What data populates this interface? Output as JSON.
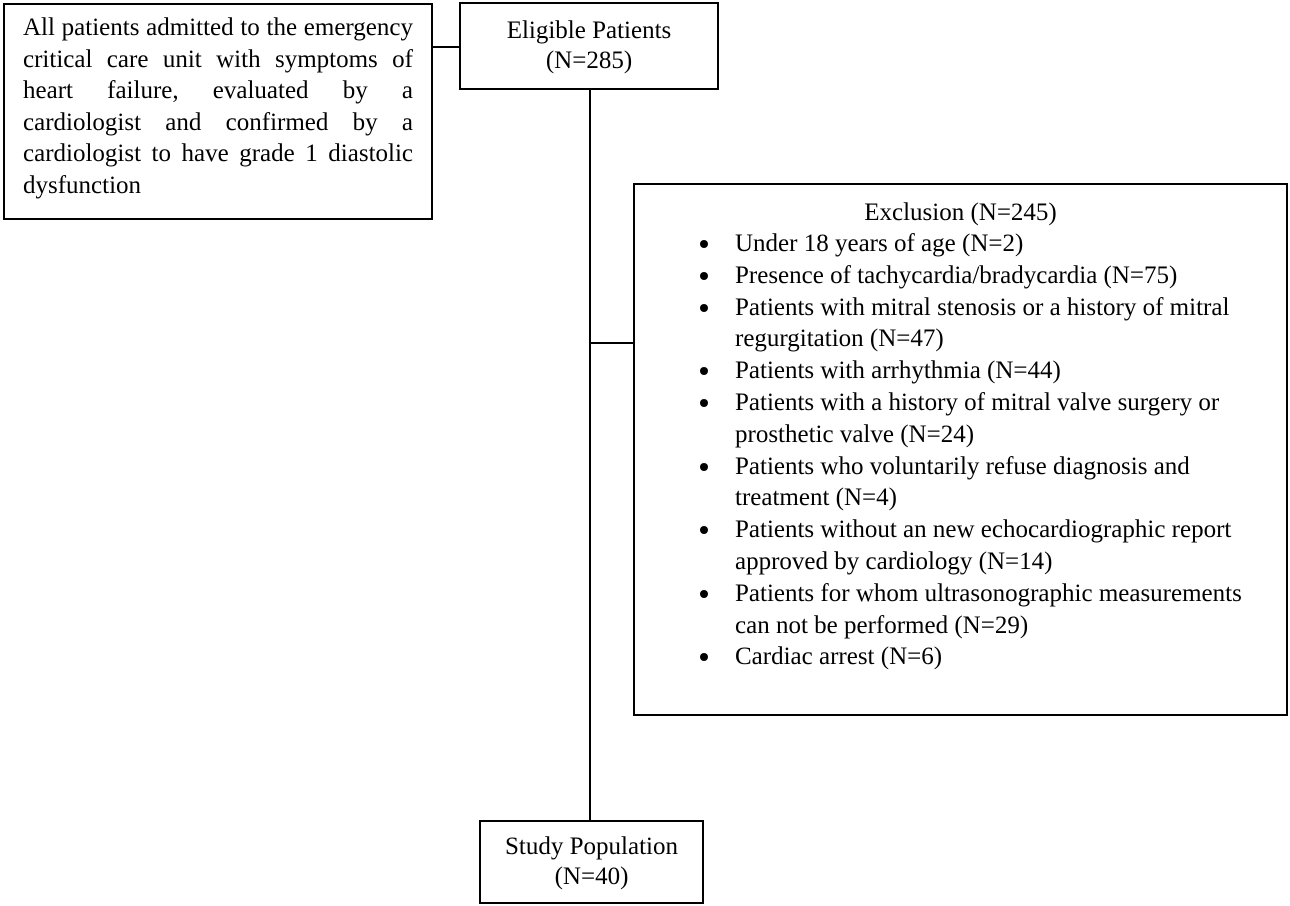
{
  "criteria_box": {
    "text": "All patients admitted to the emergency critical care unit with symptoms of heart failure, evaluated by a cardiologist and confirmed by a cardiologist to have grade 1 diastolic dysfunction"
  },
  "eligible_box": {
    "title": "Eligible Patients",
    "count": "(N=285)"
  },
  "exclusion_box": {
    "title": "Exclusion (N=245)",
    "items": [
      "Under 18 years of age (N=2)",
      "Presence of tachycardia/bradycardia (N=75)",
      "Patients with mitral stenosis or a history of mitral regurgitation (N=47)",
      "Patients with arrhythmia (N=44)",
      "Patients with a history of mitral valve surgery or prosthetic valve (N=24)",
      "Patients who voluntarily refuse diagnosis and treatment (N=4)",
      "Patients without an new echocardiographic report approved by cardiology (N=14)",
      "Patients for whom ultrasonographic measurements can not be performed (N=29)",
      "Cardiac arrest (N=6)"
    ]
  },
  "study_box": {
    "title": "Study Population",
    "count": "(N=40)"
  }
}
